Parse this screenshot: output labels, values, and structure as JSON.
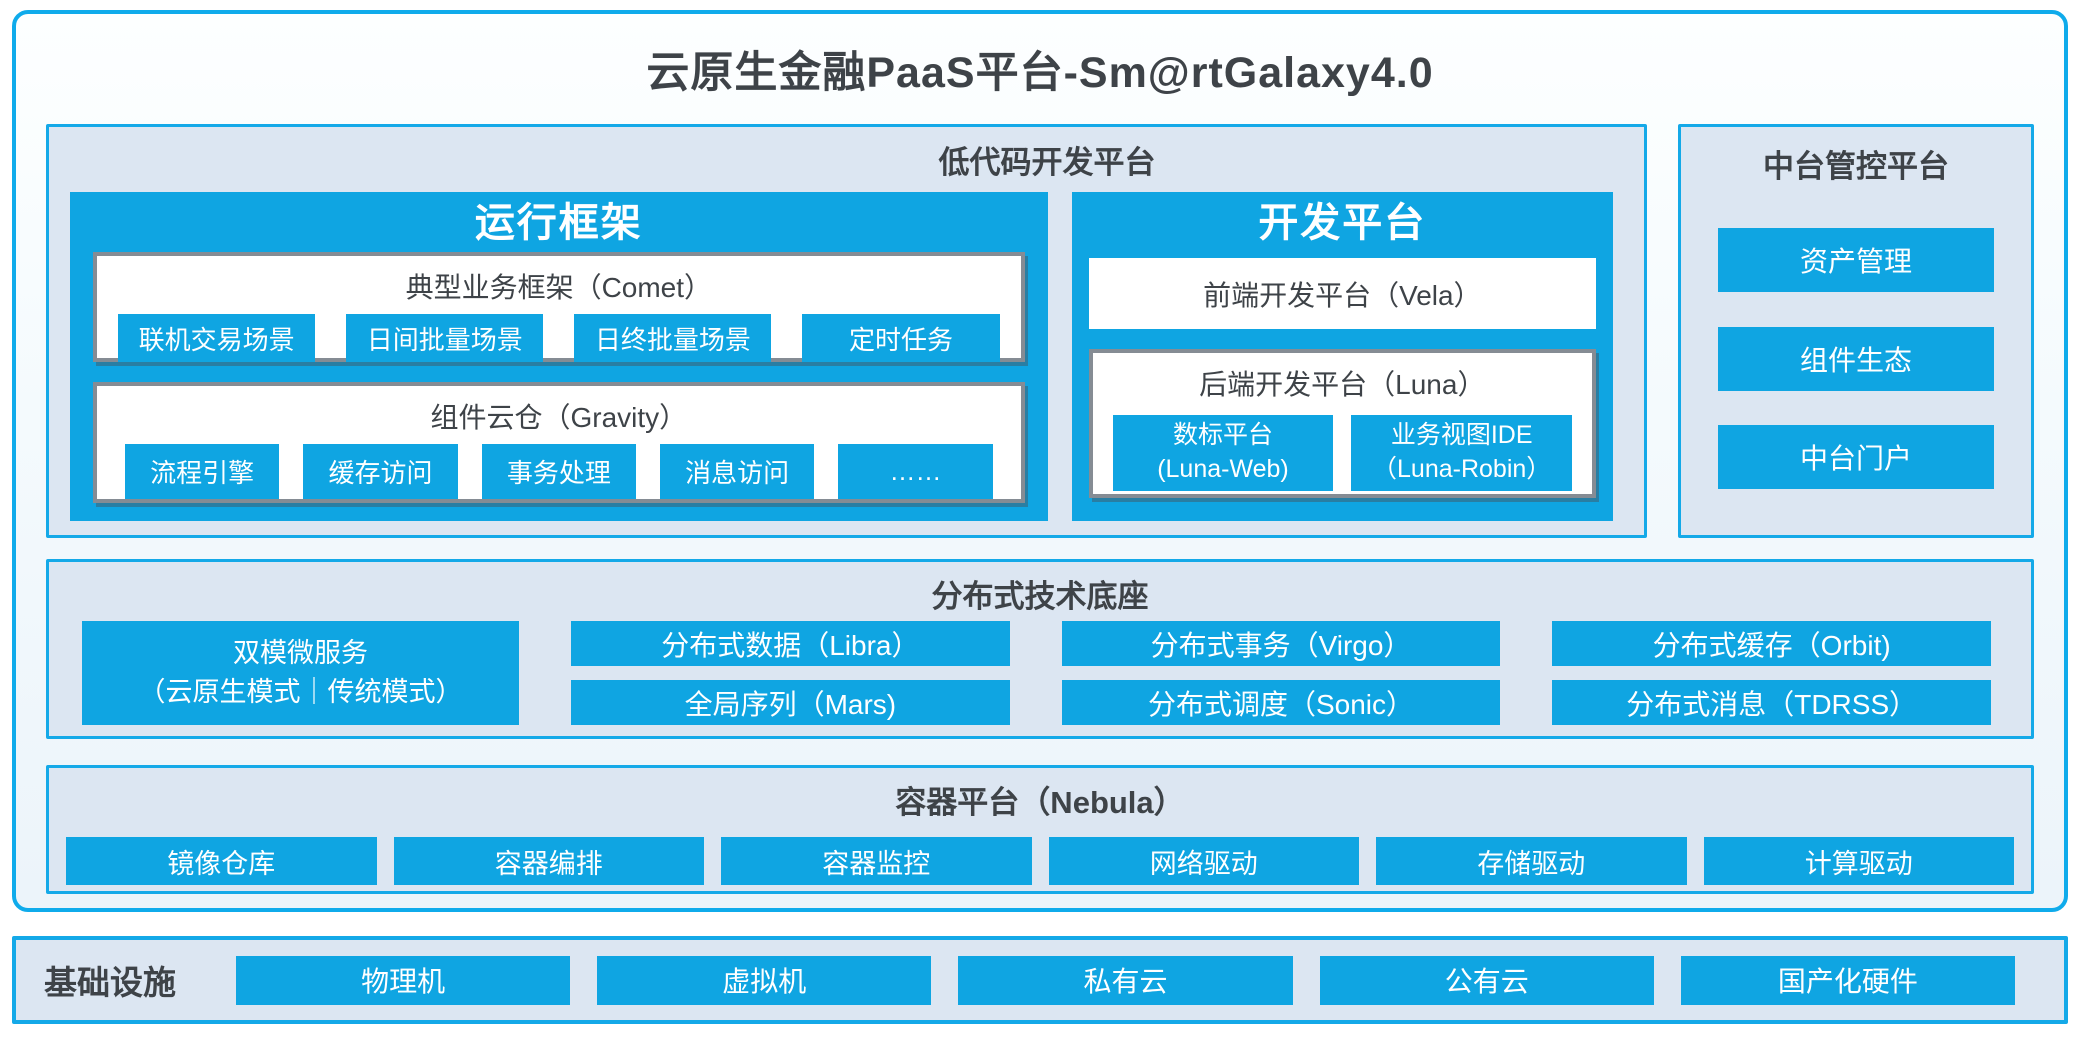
{
  "title": "云原生金融PaaS平台-Sm@rtGalaxy4.0",
  "colors": {
    "accent_blue": "#0fa5e2",
    "border_cyan": "#14a9e8",
    "panel_bg": "#dce6f2",
    "text_dark": "#3e4348",
    "gray_box_border": "#858c94"
  },
  "low_code": {
    "label": "低代码开发平台",
    "runtime": {
      "title": "运行框架",
      "groups": [
        {
          "title": "典型业务框架（Comet）",
          "items": [
            "联机交易场景",
            "日间批量场景",
            "日终批量场景",
            "定时任务"
          ]
        },
        {
          "title": "组件云仓（Gravity）",
          "items": [
            "流程引擎",
            "缓存访问",
            "事务处理",
            "消息访问",
            "……"
          ]
        }
      ]
    },
    "dev": {
      "title": "开发平台",
      "frontend": "前端开发平台（Vela）",
      "backend": {
        "title": "后端开发平台（Luna）",
        "items": [
          {
            "line1": "数标平台",
            "line2": "(Luna-Web)"
          },
          {
            "line1": "业务视图IDE",
            "line2": "（Luna-Robin）"
          }
        ]
      }
    }
  },
  "mid_platform": {
    "label": "中台管控平台",
    "items": [
      "资产管理",
      "组件生态",
      "中台门户"
    ]
  },
  "distributed": {
    "label": "分布式技术底座",
    "big_box": {
      "line1": "双模微服务",
      "line2": "（云原生模式｜传统模式）"
    },
    "columns": [
      [
        "分布式数据（Libra）",
        "全局序列（Mars)"
      ],
      [
        "分布式事务（Virgo）",
        "分布式调度（Sonic）"
      ],
      [
        "分布式缓存（Orbit)",
        "分布式消息（TDRSS）"
      ]
    ]
  },
  "container_platform": {
    "label": "容器平台（Nebula）",
    "items": [
      "镜像仓库",
      "容器编排",
      "容器监控",
      "网络驱动",
      "存储驱动",
      "计算驱动"
    ]
  },
  "infrastructure": {
    "label": "基础设施",
    "items": [
      "物理机",
      "虚拟机",
      "私有云",
      "公有云",
      "国产化硬件"
    ]
  }
}
